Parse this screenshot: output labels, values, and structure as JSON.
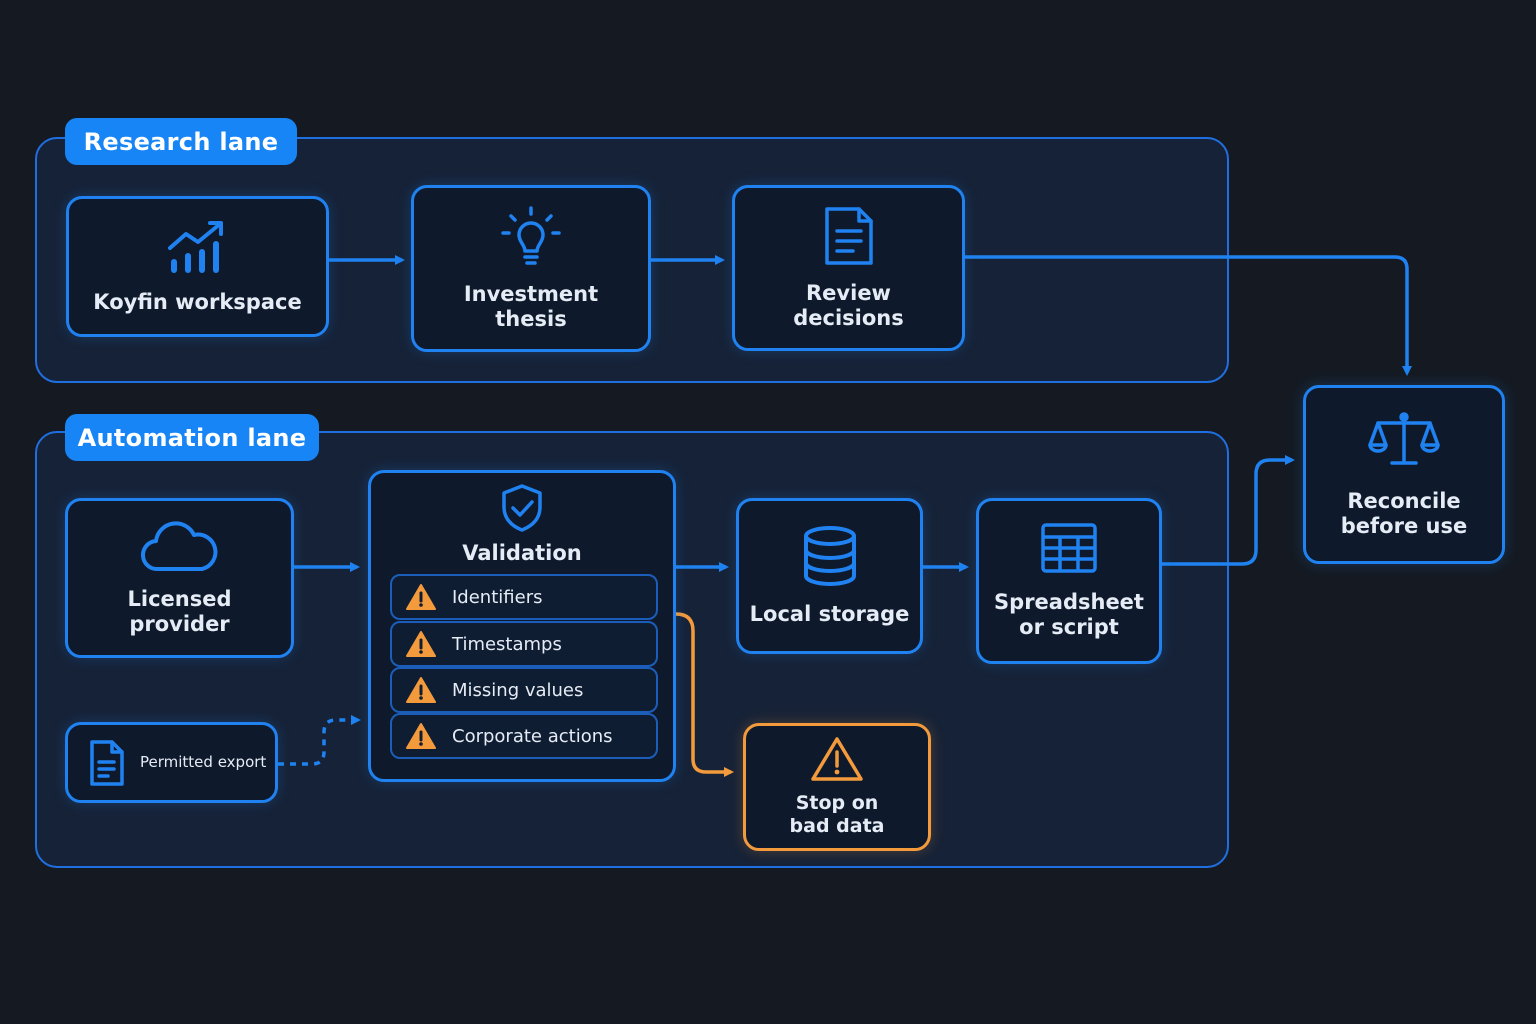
{
  "colors": {
    "background": "#151a22",
    "accent": "#1f82f0",
    "lane_tab": "#1785f5",
    "alert": "#f39a3c",
    "text": "#e6ecf5"
  },
  "lanes": {
    "research": {
      "label": "Research lane"
    },
    "automation": {
      "label": "Automation lane"
    }
  },
  "nodes": {
    "koyfin": {
      "label": "Koyfin workspace",
      "icon": "bar-chart-trend-icon"
    },
    "thesis": {
      "label": "Investment\nthesis",
      "icon": "lightbulb-icon"
    },
    "review": {
      "label": "Review\ndecisions",
      "icon": "document-icon"
    },
    "reconcile": {
      "label": "Reconcile\nbefore use",
      "icon": "scales-icon"
    },
    "provider": {
      "label": "Licensed\nprovider",
      "icon": "cloud-icon"
    },
    "export": {
      "label": "Permitted export",
      "icon": "file-icon"
    },
    "validation": {
      "label": "Validation",
      "icon": "shield-check-icon",
      "checks": [
        {
          "label": "Identifiers",
          "icon": "warning-icon"
        },
        {
          "label": "Timestamps",
          "icon": "warning-icon"
        },
        {
          "label": "Missing values",
          "icon": "warning-icon"
        },
        {
          "label": "Corporate actions",
          "icon": "warning-icon"
        }
      ]
    },
    "storage": {
      "label": "Local storage",
      "icon": "database-icon"
    },
    "spreadsheet": {
      "label": "Spreadsheet\nor script",
      "icon": "table-grid-icon"
    },
    "stop": {
      "label": "Stop on\nbad data",
      "icon": "warning-icon"
    }
  }
}
